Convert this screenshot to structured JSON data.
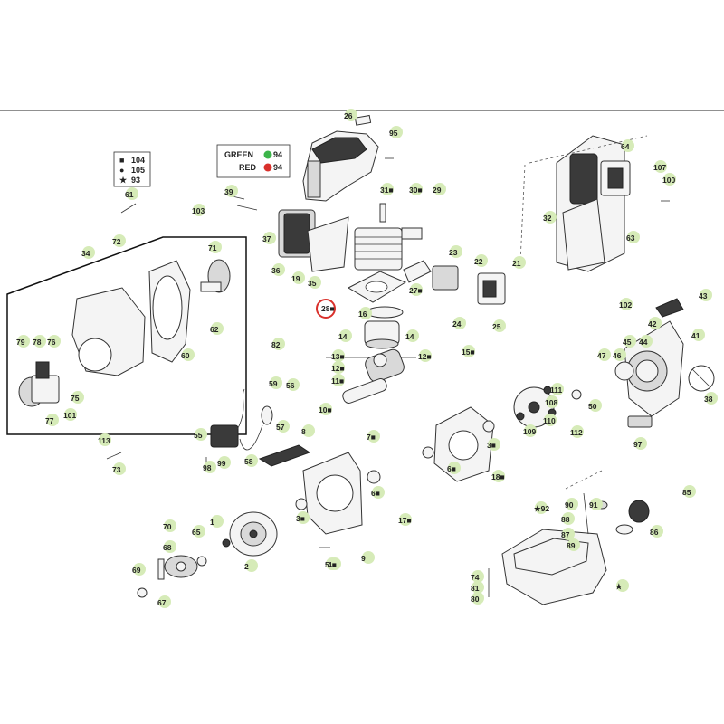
{
  "legend_top": {
    "items": [
      {
        "symbol": "■",
        "number": "104"
      },
      {
        "symbol": "●",
        "number": "105"
      },
      {
        "symbol": "★",
        "number": "93"
      }
    ]
  },
  "legend_color": {
    "items": [
      {
        "label": "GREEN",
        "color": "#3cb54a",
        "number": "94"
      },
      {
        "label": "RED",
        "color": "#d9302b",
        "number": "94"
      }
    ]
  },
  "highlight": {
    "number": "28■",
    "color": "#d9302b"
  },
  "callouts": [
    {
      "id": "c26",
      "t": "26"
    },
    {
      "id": "c95",
      "t": "95"
    },
    {
      "id": "c31",
      "t": "31■"
    },
    {
      "id": "c30",
      "t": "30■"
    },
    {
      "id": "c29",
      "t": "29"
    },
    {
      "id": "c39",
      "t": "39"
    },
    {
      "id": "c61",
      "t": "61"
    },
    {
      "id": "c103",
      "t": "103"
    },
    {
      "id": "c37",
      "t": "37"
    },
    {
      "id": "c36",
      "t": "36"
    },
    {
      "id": "c19",
      "t": "19"
    },
    {
      "id": "c35",
      "t": "35"
    },
    {
      "id": "c27",
      "t": "27■"
    },
    {
      "id": "c23",
      "t": "23"
    },
    {
      "id": "c22",
      "t": "22"
    },
    {
      "id": "c21",
      "t": "21"
    },
    {
      "id": "c24",
      "t": "24"
    },
    {
      "id": "c25",
      "t": "25"
    },
    {
      "id": "c16",
      "t": "16"
    },
    {
      "id": "c14a",
      "t": "14"
    },
    {
      "id": "c14b",
      "t": "14"
    },
    {
      "id": "c15",
      "t": "15■"
    },
    {
      "id": "c64",
      "t": "64"
    },
    {
      "id": "c107",
      "t": "107"
    },
    {
      "id": "c100",
      "t": "100"
    },
    {
      "id": "c32",
      "t": "32"
    },
    {
      "id": "c63",
      "t": "63"
    },
    {
      "id": "c43",
      "t": "43"
    },
    {
      "id": "c102",
      "t": "102"
    },
    {
      "id": "c42",
      "t": "42"
    },
    {
      "id": "c45",
      "t": "45"
    },
    {
      "id": "c44",
      "t": "44"
    },
    {
      "id": "c41",
      "t": "41"
    },
    {
      "id": "c47",
      "t": "47"
    },
    {
      "id": "c46",
      "t": "46"
    },
    {
      "id": "c38",
      "t": "38"
    },
    {
      "id": "c34",
      "t": "34"
    },
    {
      "id": "c72",
      "t": "72"
    },
    {
      "id": "c71",
      "t": "71"
    },
    {
      "id": "c62",
      "t": "62"
    },
    {
      "id": "c79",
      "t": "79"
    },
    {
      "id": "c78",
      "t": "78"
    },
    {
      "id": "c76",
      "t": "76"
    },
    {
      "id": "c60",
      "t": "60"
    },
    {
      "id": "c75",
      "t": "75"
    },
    {
      "id": "c77",
      "t": "77"
    },
    {
      "id": "c101",
      "t": "101"
    },
    {
      "id": "c113",
      "t": "113"
    },
    {
      "id": "c73",
      "t": "73"
    },
    {
      "id": "c82",
      "t": "82"
    },
    {
      "id": "c59",
      "t": "59"
    },
    {
      "id": "c56",
      "t": "56"
    },
    {
      "id": "c57",
      "t": "57"
    },
    {
      "id": "c55",
      "t": "55"
    },
    {
      "id": "c98",
      "t": "98"
    },
    {
      "id": "c99",
      "t": "99"
    },
    {
      "id": "c58",
      "t": "58"
    },
    {
      "id": "c8",
      "t": "8"
    },
    {
      "id": "c13",
      "t": "13■"
    },
    {
      "id": "c12a",
      "t": "12■"
    },
    {
      "id": "c12b",
      "t": "12■"
    },
    {
      "id": "c11",
      "t": "11■"
    },
    {
      "id": "c10",
      "t": "10■"
    },
    {
      "id": "c7",
      "t": "7■"
    },
    {
      "id": "c3a",
      "t": "3■"
    },
    {
      "id": "c6a",
      "t": "6■"
    },
    {
      "id": "c18",
      "t": "18■"
    },
    {
      "id": "c111",
      "t": "111"
    },
    {
      "id": "c108",
      "t": "108"
    },
    {
      "id": "c110",
      "t": "110"
    },
    {
      "id": "c109",
      "t": "109"
    },
    {
      "id": "c112",
      "t": "112"
    },
    {
      "id": "c50",
      "t": "50"
    },
    {
      "id": "c97",
      "t": "97"
    },
    {
      "id": "c6b",
      "t": "6■"
    },
    {
      "id": "c3b",
      "t": "3■"
    },
    {
      "id": "c17",
      "t": "17■"
    },
    {
      "id": "c5",
      "t": "5■"
    },
    {
      "id": "c70",
      "t": "70"
    },
    {
      "id": "c1",
      "t": "1"
    },
    {
      "id": "c65",
      "t": "65"
    },
    {
      "id": "c68",
      "t": "68"
    },
    {
      "id": "c2",
      "t": "2"
    },
    {
      "id": "c69",
      "t": "69"
    },
    {
      "id": "c67",
      "t": "67"
    },
    {
      "id": "c4",
      "t": "4■"
    },
    {
      "id": "c9",
      "t": "9"
    },
    {
      "id": "c92",
      "t": "★92"
    },
    {
      "id": "c90",
      "t": "90"
    },
    {
      "id": "c91",
      "t": "91"
    },
    {
      "id": "c88",
      "t": "88"
    },
    {
      "id": "c87",
      "t": "87"
    },
    {
      "id": "c85",
      "t": "85"
    },
    {
      "id": "c89",
      "t": "89"
    },
    {
      "id": "c86",
      "t": "86"
    },
    {
      "id": "c74",
      "t": "74"
    },
    {
      "id": "c81",
      "t": "81"
    },
    {
      "id": "c80",
      "t": "80"
    },
    {
      "id": "cstar",
      "t": "★"
    }
  ]
}
